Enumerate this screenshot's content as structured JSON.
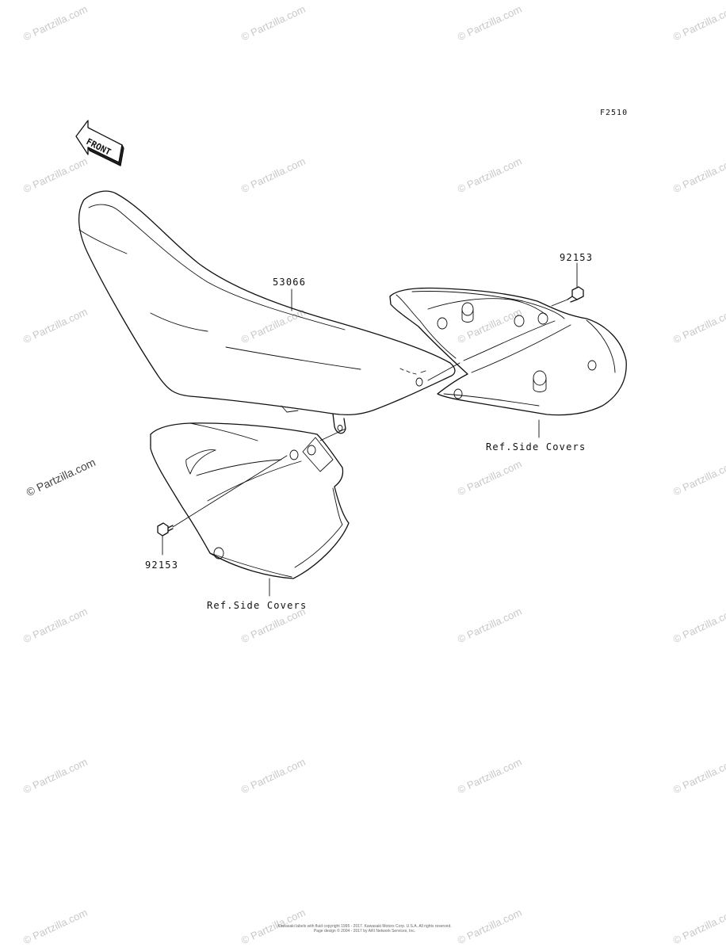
{
  "figure_code": "F2510",
  "front_label": "FRONT",
  "parts": {
    "seat": "53066",
    "bolt_upper": "92153",
    "bolt_lower": "92153",
    "ref_right": "Ref.Side Covers",
    "ref_left": "Ref.Side Covers"
  },
  "watermark": "© Partzilla.com",
  "footer_lines": [
    "Kawasaki labels with fluid copyright 1995 - 2017. Kawasaki Motors Corp. U.S.A. All rights reserved.",
    "Page design © 2004 - 2017 by ARI Network Services, Inc."
  ]
}
